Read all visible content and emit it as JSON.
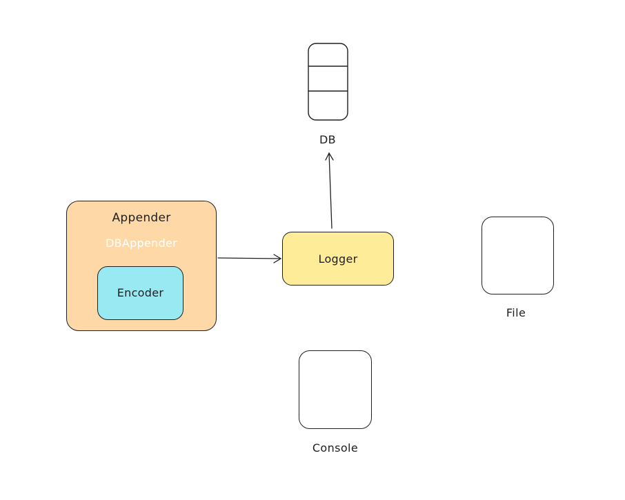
{
  "diagram": {
    "appender": {
      "title": "Appender",
      "subtitle": "DBAppender",
      "encoder_label": "Encoder"
    },
    "logger": {
      "label": "Logger"
    },
    "db": {
      "label": "DB"
    },
    "file": {
      "label": "File"
    },
    "console": {
      "label": "Console"
    }
  },
  "colors": {
    "appender_fill": "#ffd8a8",
    "encoder_fill": "#99e9f2",
    "logger_fill": "#ffec99",
    "subtitle_text": "#ffffff",
    "stroke": "#1e1e1e"
  },
  "edges": [
    {
      "from": "appender",
      "to": "logger"
    },
    {
      "from": "logger",
      "to": "db"
    }
  ]
}
